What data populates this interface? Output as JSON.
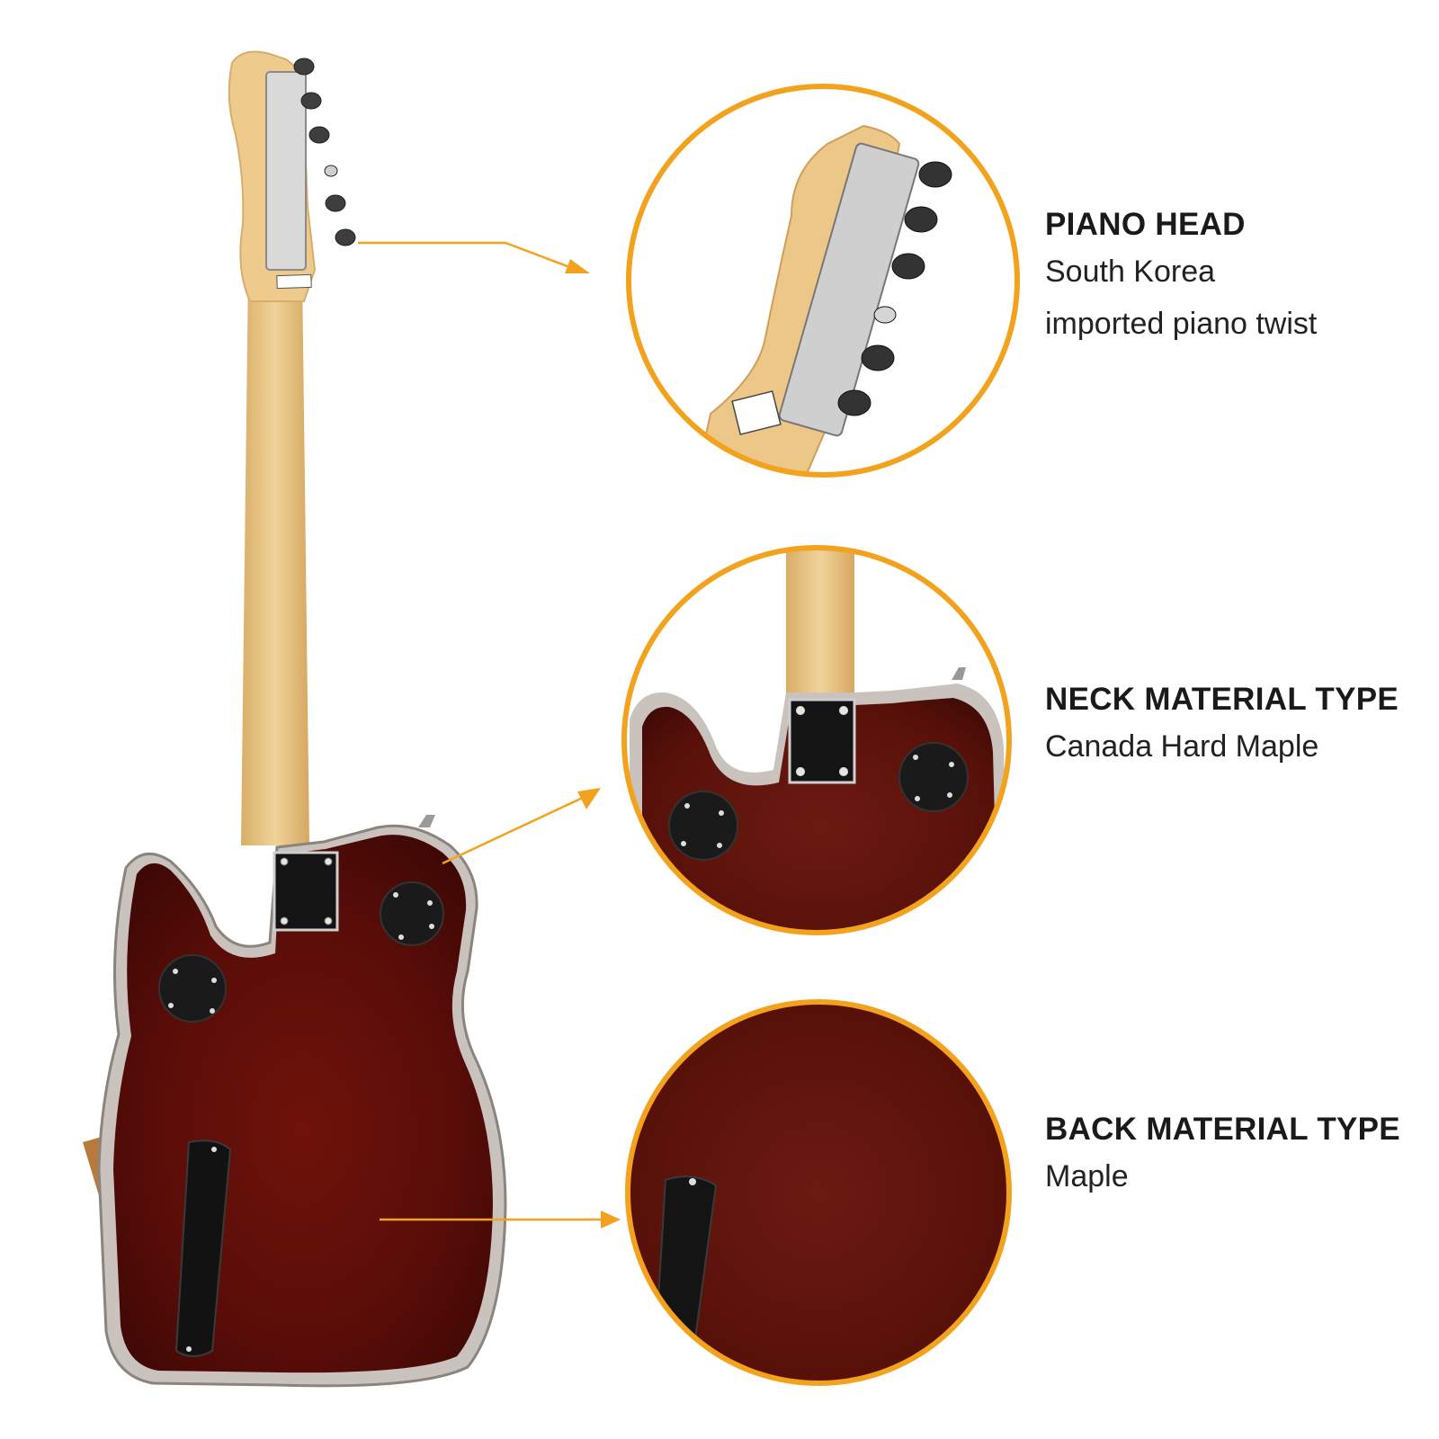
{
  "accent_color": "#f3a21e",
  "body_color": "#5e0d08",
  "neck_color": "#e9c486",
  "features": [
    {
      "title": "PIANO HEAD",
      "lines": [
        "South Korea",
        "imported piano twist"
      ],
      "detail_view": "headstock"
    },
    {
      "title": "NECK MATERIAL TYPE",
      "lines": [
        "Canada Hard Maple"
      ],
      "detail_view": "neck-joint"
    },
    {
      "title": "BACK MATERIAL TYPE",
      "lines": [
        "Maple"
      ],
      "detail_view": "back-wood"
    }
  ]
}
